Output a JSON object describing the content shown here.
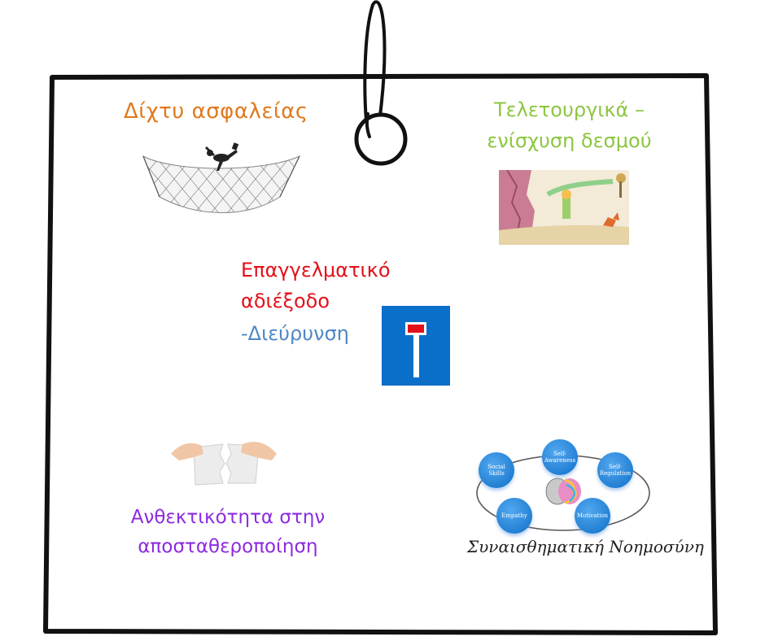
{
  "items": {
    "safety_net": "Δίχτυ ασφαλείας",
    "rituals_line1": "Τελετουργικά –",
    "rituals_line2": "ενίσχυση δεσμού",
    "deadend_line1": "Επαγγελματικό",
    "deadend_line2": "αδιέξοδο",
    "expansion": "-Διεύρυνση",
    "resilience_line1": "Ανθεκτικότητα στην",
    "resilience_line2": "αποσταθεροποίηση"
  },
  "emotional_intelligence": {
    "caption": "Συναισθηματική Νοημοσύνη",
    "nodes": {
      "self_awareness": "Self-\nAwareness",
      "self_regulation": "Self-\nRegulation",
      "motivation": "Motivation",
      "empathy": "Empathy",
      "social_skills": "Social\nSkills"
    }
  },
  "colors": {
    "orange": "#e07a1c",
    "green": "#8cc63f",
    "red": "#e3101a",
    "blue": "#4f88c6",
    "purple": "#8b2be0",
    "sign_blue": "#0a6fc9"
  }
}
